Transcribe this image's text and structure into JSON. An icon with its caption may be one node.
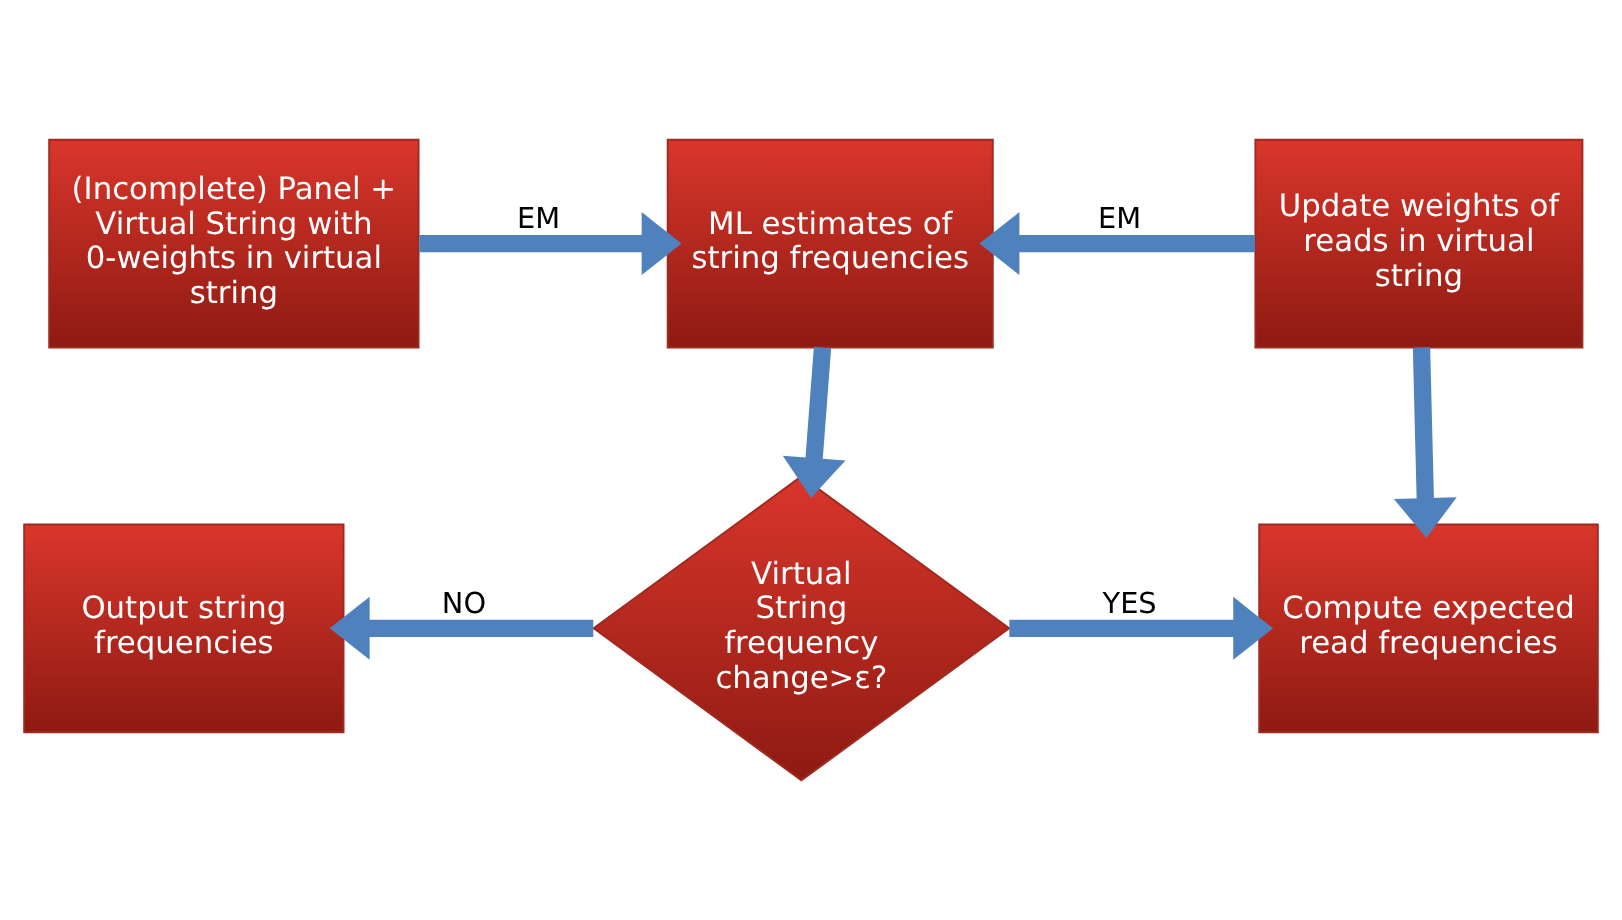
{
  "diagram": {
    "nodes": [
      {
        "text": [
          "(Incomplete) Panel + Virtual String with 0-weights in virtual string"
        ]
      },
      {
        "text": [
          "ML estimates of string frequencies"
        ]
      },
      {
        "text": [
          "Update weights of reads in virtual string"
        ]
      },
      {
        "text": [
          "Output string frequencies"
        ]
      },
      {
        "text": [
          "Virtual String frequency change>ε?"
        ]
      },
      {
        "text": [
          "Compute expected read frequencies"
        ]
      }
    ],
    "edges": [
      {
        "from": 0,
        "to": 1,
        "arrow": "to",
        "label": "EM"
      },
      {
        "from": 2,
        "to": 1,
        "arrow": "to",
        "label": "EM"
      },
      {
        "from": 1,
        "to": 4,
        "arrow": "to"
      },
      {
        "from": 2,
        "to": 5,
        "arrow": "to"
      },
      {
        "from": 4,
        "to": 3,
        "arrow": "to",
        "label": "NO"
      },
      {
        "from": 4,
        "to": 5,
        "arrow": "to",
        "label": "YES"
      }
    ]
  }
}
